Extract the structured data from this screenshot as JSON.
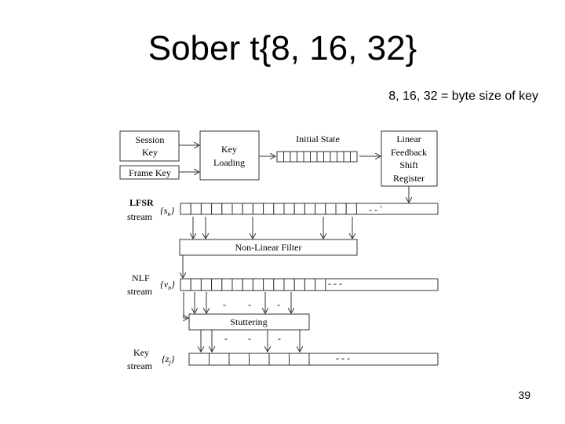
{
  "slide": {
    "title": "Sober t{8, 16, 32}",
    "subtitle": "8, 16, 32 = byte size of key",
    "page_number": "39"
  },
  "diagram": {
    "session_key_line1": "Session",
    "session_key_line2": "Key",
    "frame_key": "Frame Key",
    "key_loading_line1": "Key",
    "key_loading_line2": "Loading",
    "initial_state": "Initial State",
    "lfsr_line1": "Linear",
    "lfsr_line2": "Feedback",
    "lfsr_line3": "Shift",
    "lfsr_line4": "Register",
    "lfsr_stream_line1": "LFSR",
    "lfsr_stream_line2": "stream",
    "lfsr_symbol": "{s",
    "lfsr_symbol_sub": "n",
    "nonlinear_filter": "Non-Linear Filter",
    "nlf_stream_line1": "NLF",
    "nlf_stream_line2": "stream",
    "nlf_symbol": "{v",
    "nlf_symbol_sub": "n",
    "stuttering": "Stuttering",
    "key_stream_line1": "Key",
    "key_stream_line2": "stream",
    "key_symbol": "{z",
    "key_symbol_sub": "j"
  }
}
